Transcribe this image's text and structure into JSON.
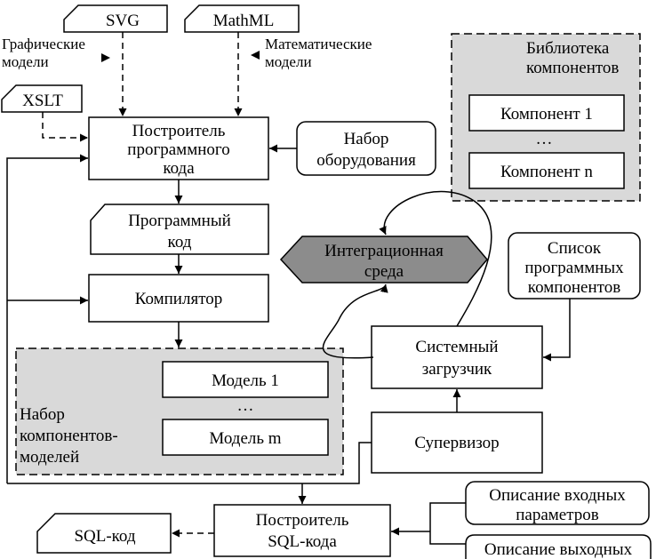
{
  "inputs": {
    "svg": "SVG",
    "mathml": "MathML",
    "xslt": "XSLT"
  },
  "labels": {
    "graphic_models": [
      "Графические",
      "модели"
    ],
    "math_models": [
      "Математические",
      "модели"
    ]
  },
  "library": {
    "title": [
      "Библиотека",
      "компонентов"
    ],
    "component_first": "Компонент 1",
    "ellipsis": "…",
    "component_last": "Компонент n"
  },
  "code_builder": [
    "Построитель",
    "программного",
    "кода"
  ],
  "equipment_set": [
    "Набор",
    "оборудования"
  ],
  "program_code": [
    "Программный",
    "код"
  ],
  "integration_env": [
    "Интеграционная",
    "среда"
  ],
  "component_list": [
    "Список",
    "программных",
    "компонентов"
  ],
  "compiler": "Компилятор",
  "system_loader": [
    "Системный",
    "загрузчик"
  ],
  "models_set": {
    "title": [
      "Набор",
      "компонентов-",
      "моделей"
    ],
    "model_first": "Модель 1",
    "ellipsis": "…",
    "model_last": "Модель m"
  },
  "supervisor": "Супервизор",
  "input_params": [
    "Описание входных",
    "параметров"
  ],
  "output_params": "Описание выходных",
  "sql_builder": [
    "Построитель",
    "SQL-кода"
  ],
  "sql_code": "SQL-код",
  "colors": {
    "library_fill": "#d9d9d9",
    "integration_fill": "#8c8c8c",
    "stroke": "#000000"
  }
}
